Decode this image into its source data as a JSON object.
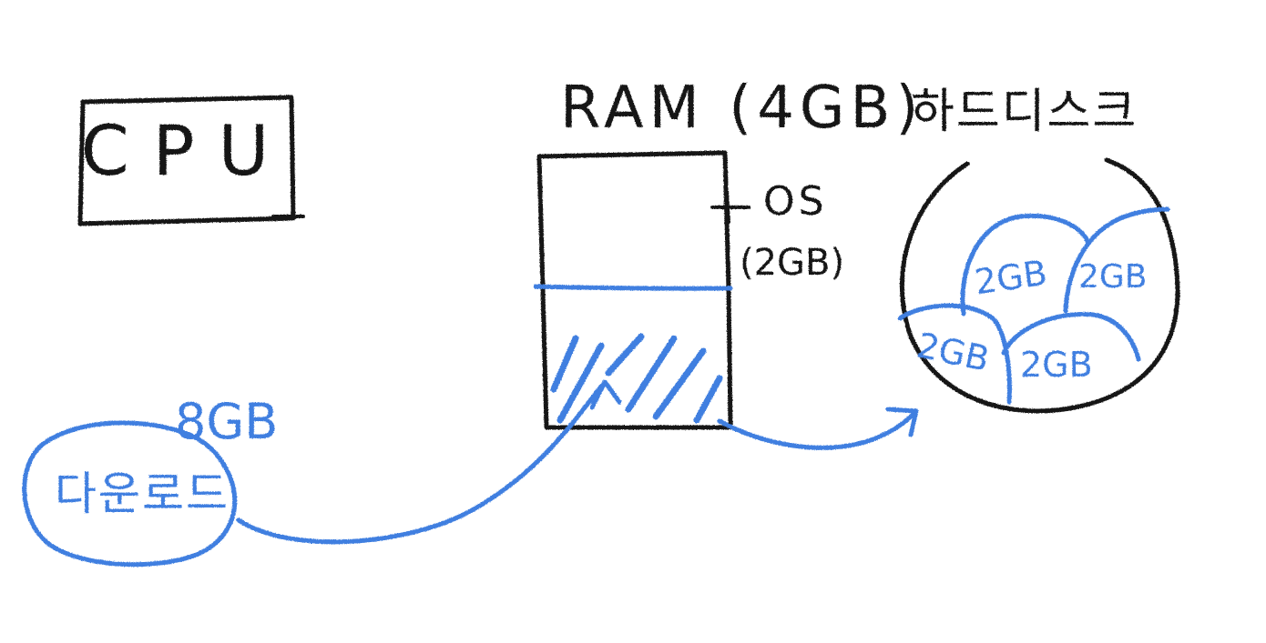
{
  "colors": {
    "ink": "#141414",
    "accent": "#3f7fe0",
    "background": "#ffffff"
  },
  "cpu": {
    "label": "CPU"
  },
  "ram": {
    "title": "RAM (4GB)",
    "os_label": "OS",
    "os_size": "(2GB)"
  },
  "download": {
    "label": "다운로드",
    "size": "8GB"
  },
  "harddisk": {
    "title": "하드디스크",
    "chunks": [
      "2GB",
      "2GB",
      "2GB",
      "2GB"
    ]
  }
}
